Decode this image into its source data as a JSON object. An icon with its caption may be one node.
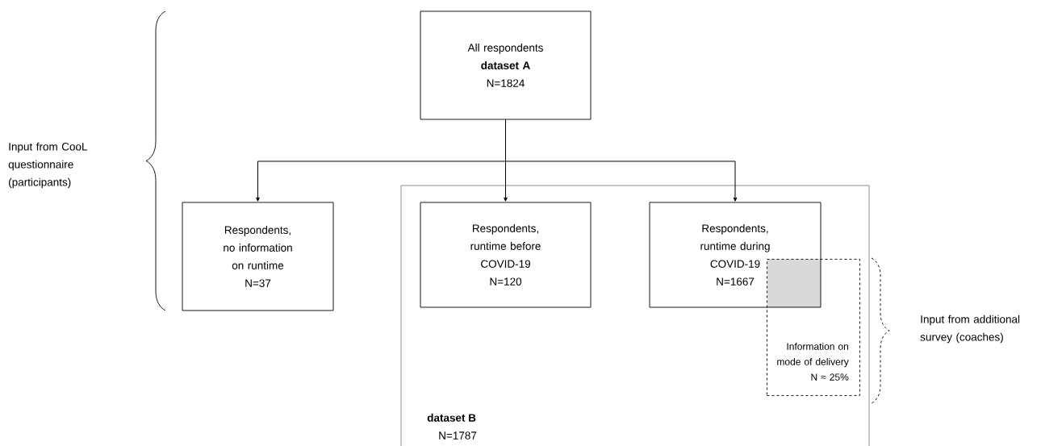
{
  "diagram": {
    "nodes": [
      {
        "text": [
          "All respondents",
          "dataset A",
          "N=1824"
        ]
      },
      {
        "text": [
          "Respondents, no information on runtime",
          "N=37"
        ]
      },
      {
        "text": [
          "dataset B",
          "N=1787"
        ]
      },
      {
        "text": [
          "Respondents, runtime before COVID-19",
          "N=120"
        ],
        "in": 2
      },
      {
        "text": [
          "Respondents, runtime during COVID-19",
          "N=1667"
        ],
        "in": 2
      },
      {
        "text": [
          "Information on mode of delivery",
          "N ≈ 25%"
        ],
        "in": 2
      }
    ],
    "edges": [
      {
        "from": 0,
        "to": 1,
        "arrow": "to"
      },
      {
        "from": 0,
        "to": 3,
        "arrow": "to"
      },
      {
        "from": 0,
        "to": 4,
        "arrow": "to"
      }
    ],
    "labels": [
      "Input from CooL questionnaire (participants)",
      "Input from additional survey (coaches)"
    ]
  }
}
